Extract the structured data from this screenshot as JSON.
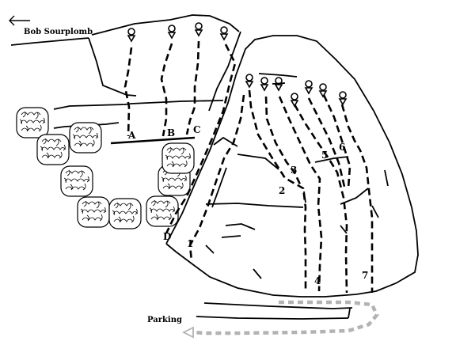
{
  "places": {
    "top_left": "Bob Sourplomb",
    "parking": "Parking"
  },
  "left_routes": [
    "A",
    "B",
    "C",
    "D"
  ],
  "right_routes": [
    "1",
    "2",
    "3",
    "4",
    "5",
    "6",
    "7"
  ],
  "colors": {
    "ink": "#000000",
    "approach_path": "#b3b3b3",
    "background": "#ffffff"
  },
  "icons": {
    "anchor": "lower-off-anchor-icon",
    "arrow": "arrow-left-icon",
    "bush": "bush-icon"
  }
}
